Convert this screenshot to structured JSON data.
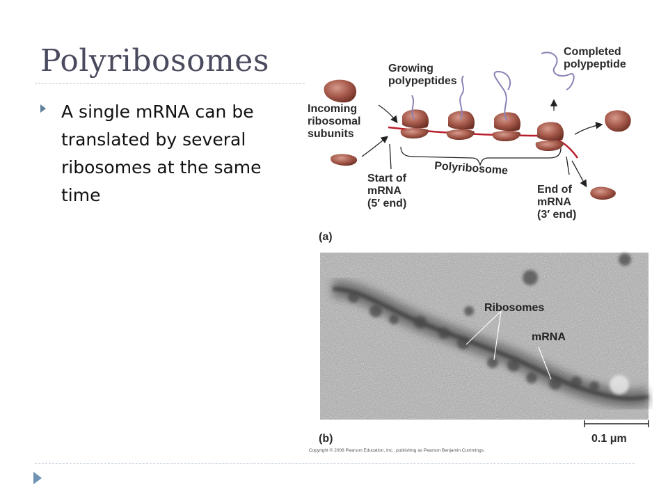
{
  "slide": {
    "title": "Polyribosomes",
    "bullets": [
      "A single mRNA can be translated by several ribosomes at the same time"
    ]
  },
  "figure_a": {
    "incoming_label": [
      "Incoming",
      "ribosomal",
      "subunits"
    ],
    "growing_label": [
      "Growing",
      "polypeptides"
    ],
    "completed_label": [
      "Completed",
      "polypeptide"
    ],
    "polyribosome_label": "Polyribosome",
    "start_label": [
      "Start of",
      "mRNA",
      "(5′ end)"
    ],
    "end_label": [
      "End of",
      "mRNA",
      "(3′ end)"
    ],
    "panel_label": "(a)"
  },
  "figure_b": {
    "ribosomes_label": "Ribosomes",
    "mrna_label": "mRNA",
    "scale_label": "0.1 μm",
    "panel_label": "(b)"
  },
  "copyright": "Copyright © 2008 Pearson Education, Inc., publishing as Pearson Benjamin Cummings.",
  "colors": {
    "ribosome": "#a4584a",
    "mrna": "#b81d2a",
    "polypeptide": "#8a82b5",
    "title": "#4a4a5e",
    "bullet": "#5f7f9c"
  }
}
